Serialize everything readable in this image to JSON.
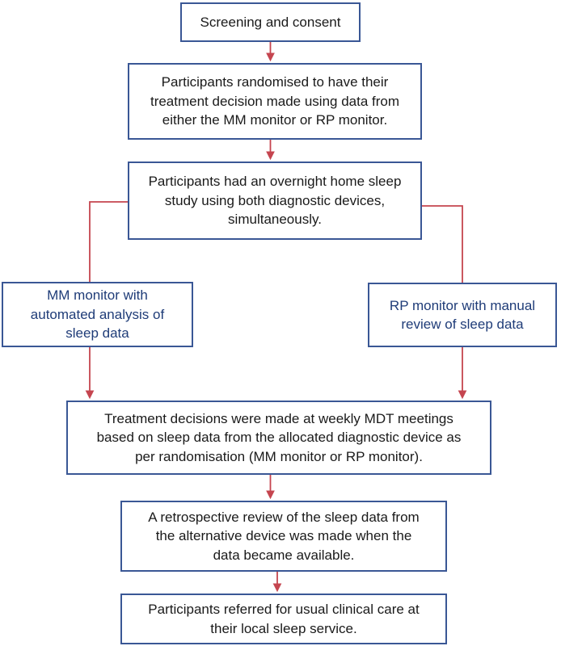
{
  "diagram": {
    "type": "flowchart",
    "colors": {
      "box_border": "#3a5795",
      "box_text": "#1a1a1a",
      "side_box_text": "#1f3c78",
      "arrow": "#c5454f",
      "background": "#ffffff"
    },
    "nodes": [
      {
        "id": "screening",
        "text": "Screening and consent"
      },
      {
        "id": "randomisation",
        "text": "Participants randomised to have their\ntreatment decision made using data from\neither the MM monitor or RP monitor."
      },
      {
        "id": "sleep_study",
        "text": "Participants had an overnight home sleep\nstudy using both diagnostic devices,\nsimultaneously."
      },
      {
        "id": "mm_monitor",
        "text": "MM monitor with\nautomated analysis of\nsleep data"
      },
      {
        "id": "rp_monitor",
        "text": "RP monitor with manual\nreview of sleep data"
      },
      {
        "id": "mdt_meetings",
        "text": "Treatment decisions were made at weekly MDT meetings\nbased on sleep data from the allocated diagnostic device as\nper randomisation (MM monitor or RP monitor)."
      },
      {
        "id": "retrospective_review",
        "text": "A retrospective review of the sleep data from\nthe alternative device was made when the\ndata became available."
      },
      {
        "id": "usual_care",
        "text": "Participants referred for usual clinical care at\ntheir local sleep service."
      }
    ],
    "edges": [
      {
        "from": "screening",
        "to": "randomisation",
        "arrowhead": true
      },
      {
        "from": "randomisation",
        "to": "sleep_study",
        "arrowhead": true
      },
      {
        "from": "sleep_study",
        "to": "mm_monitor",
        "arrowhead": false
      },
      {
        "from": "sleep_study",
        "to": "rp_monitor",
        "arrowhead": false
      },
      {
        "from": "mm_monitor",
        "to": "mdt_meetings",
        "arrowhead": true
      },
      {
        "from": "rp_monitor",
        "to": "mdt_meetings",
        "arrowhead": true
      },
      {
        "from": "mdt_meetings",
        "to": "retrospective_review",
        "arrowhead": true
      },
      {
        "from": "retrospective_review",
        "to": "usual_care",
        "arrowhead": true
      }
    ]
  }
}
